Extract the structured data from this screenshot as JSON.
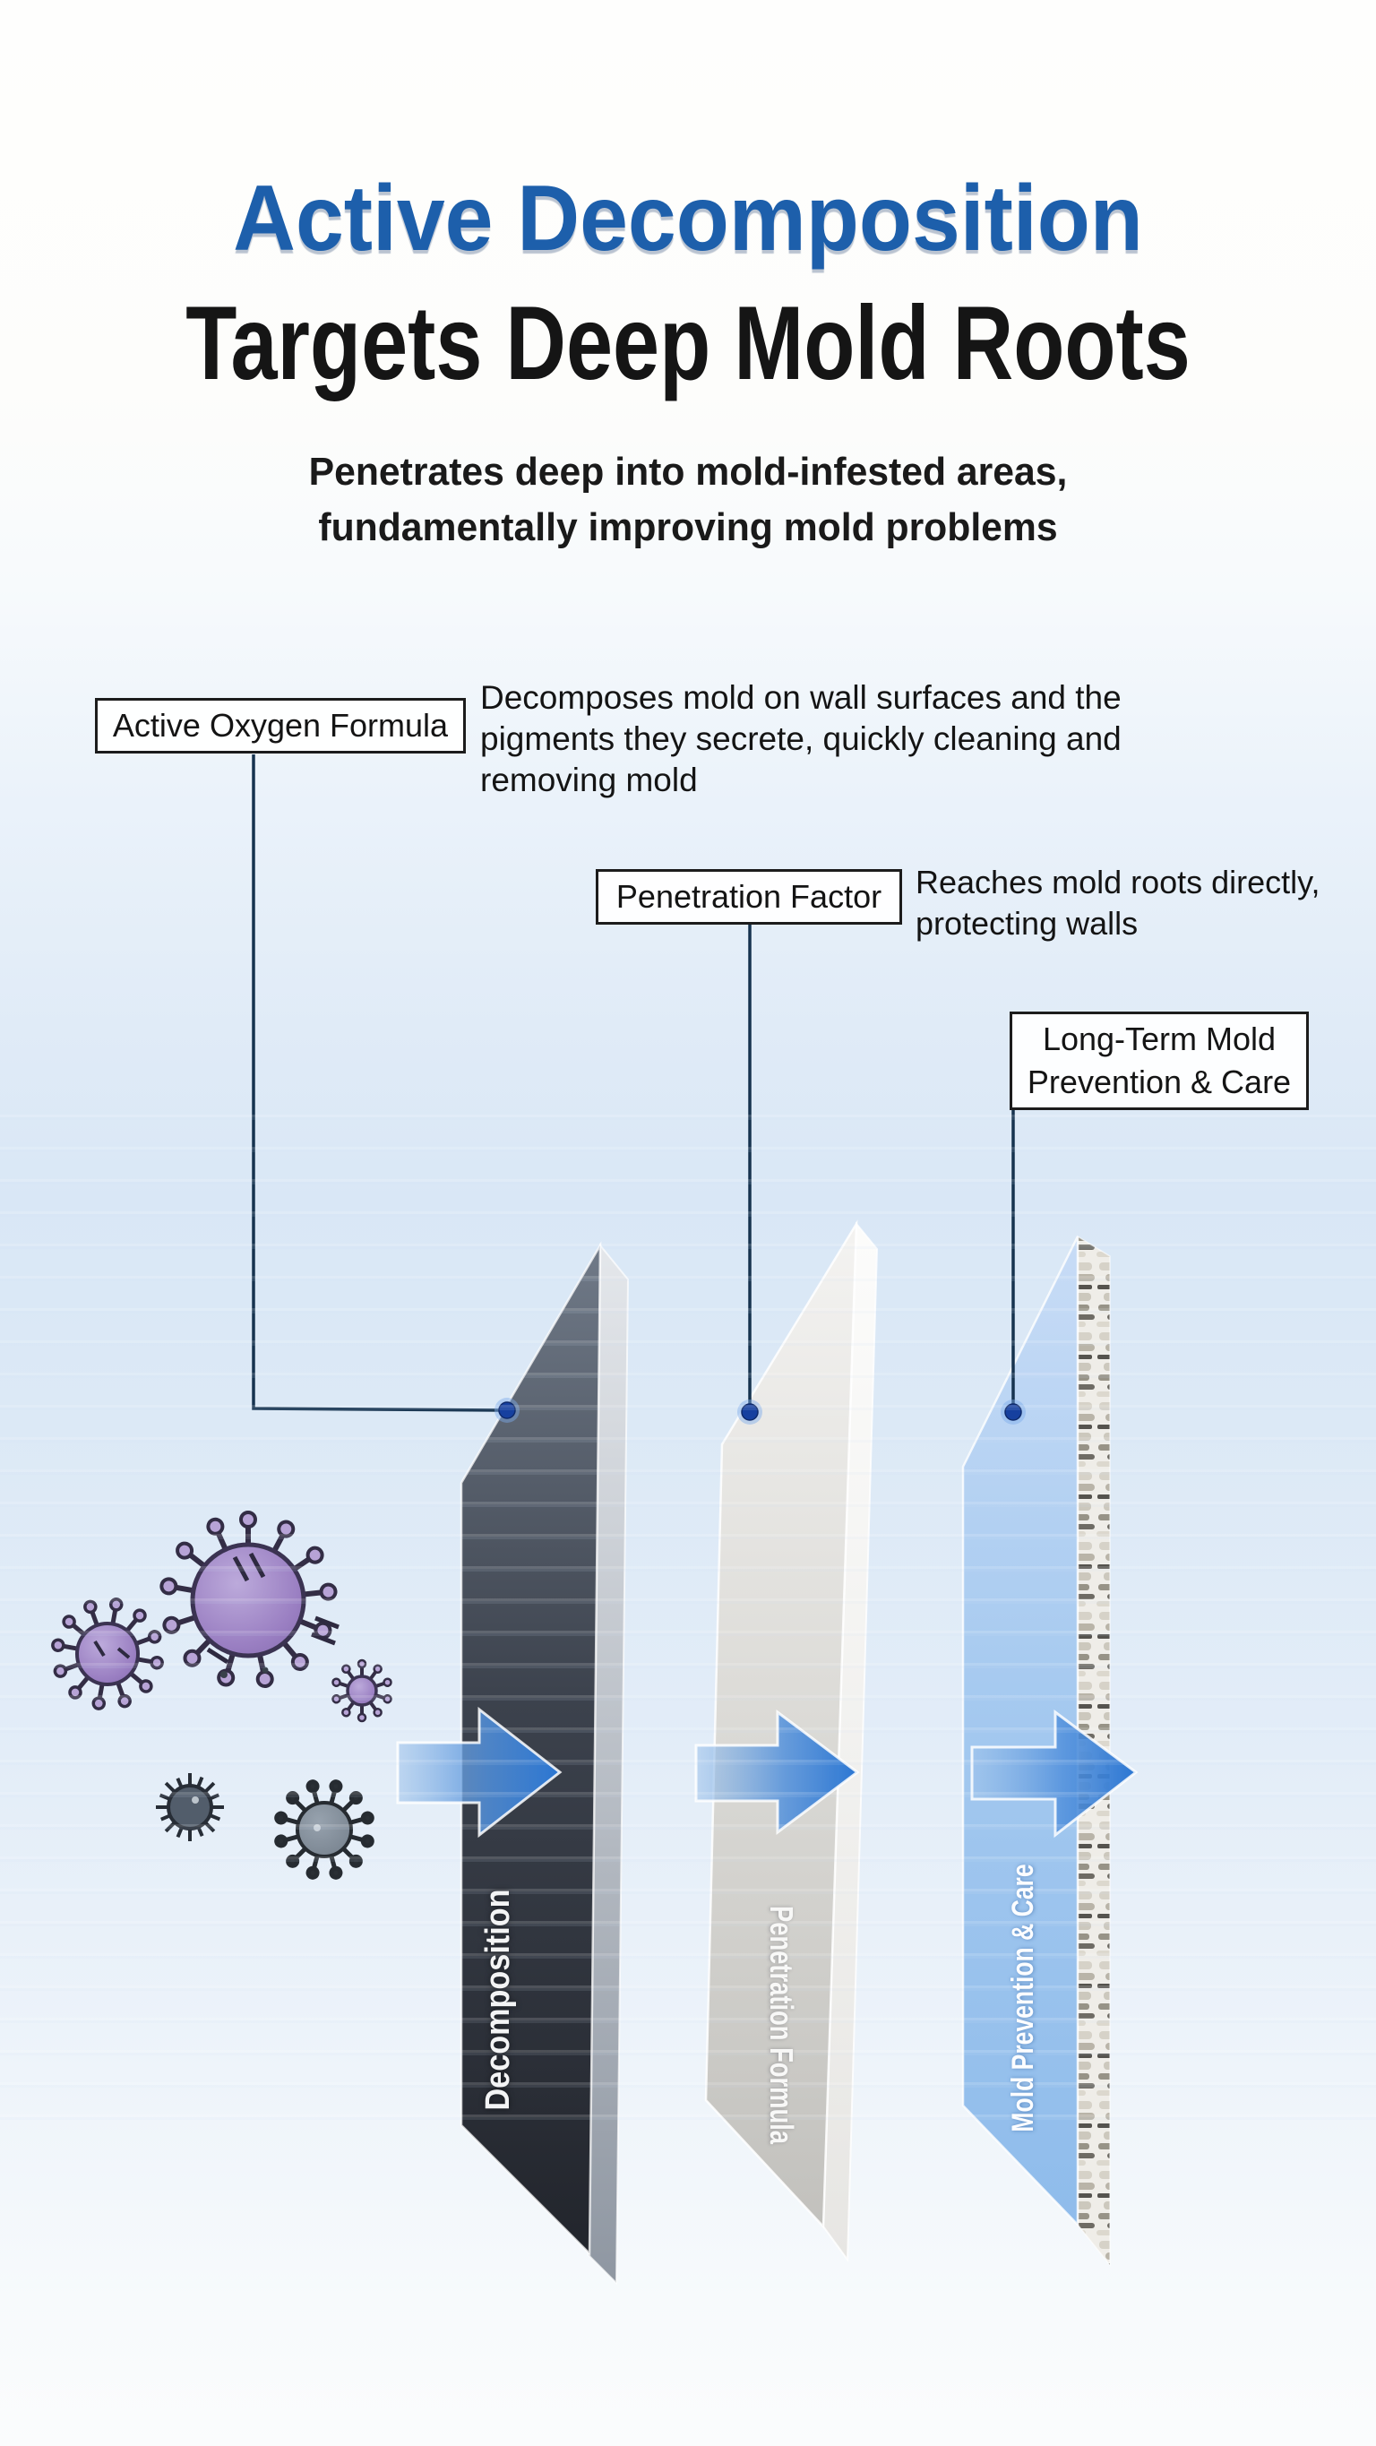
{
  "header": {
    "title_line1": "Active Decomposition",
    "title_line2": "Targets Deep Mold Roots",
    "subtitle_line1": "Penetrates deep into mold-infested areas,",
    "subtitle_line2": "fundamentally improving mold problems"
  },
  "callouts": [
    {
      "label": "Active Oxygen Formula",
      "desc_lines": [
        "Decomposes mold on wall surfaces and the",
        "pigments they secrete, quickly cleaning and",
        "removing mold"
      ]
    },
    {
      "label": "Penetration Factor",
      "desc_lines": [
        "Reaches mold roots directly,",
        "protecting walls"
      ]
    },
    {
      "label_lines": [
        "Long-Term Mold",
        "Prevention & Care"
      ]
    }
  ],
  "panels": [
    {
      "name": "decomposition-panel",
      "label": "Decomposition",
      "face_color": "#3a404c"
    },
    {
      "name": "penetration-panel",
      "label": "Penetration Formula",
      "face_color": "#d9d8d4"
    },
    {
      "name": "prevention-panel",
      "label": "Mold Prevention & Care",
      "face_color": "#a3c8ef"
    }
  ],
  "decorations": [
    {
      "name": "mold-spore-purple-large",
      "color": "#a48bc9"
    },
    {
      "name": "mold-spore-purple-medium",
      "color": "#a48bc9"
    },
    {
      "name": "mold-spore-purple-small",
      "color": "#a48bc9"
    },
    {
      "name": "mold-spore-gray-fuzzy",
      "color": "#5b6673"
    },
    {
      "name": "mold-spore-gray-spiky",
      "color": "#7e8994"
    },
    {
      "name": "flow-arrow",
      "color": "#2e7cd4"
    }
  ],
  "colors": {
    "title_blue": "#1d5fab",
    "heading_black": "#151515",
    "leader_line": "#16334f",
    "dot_core": "#16409f",
    "arrow_blue": "#2e7cd4",
    "panel_dark": "#343a45",
    "panel_light": "#d9d8d4",
    "panel_blue": "#a3c8ef",
    "wall_texture_base": "#efede8"
  }
}
